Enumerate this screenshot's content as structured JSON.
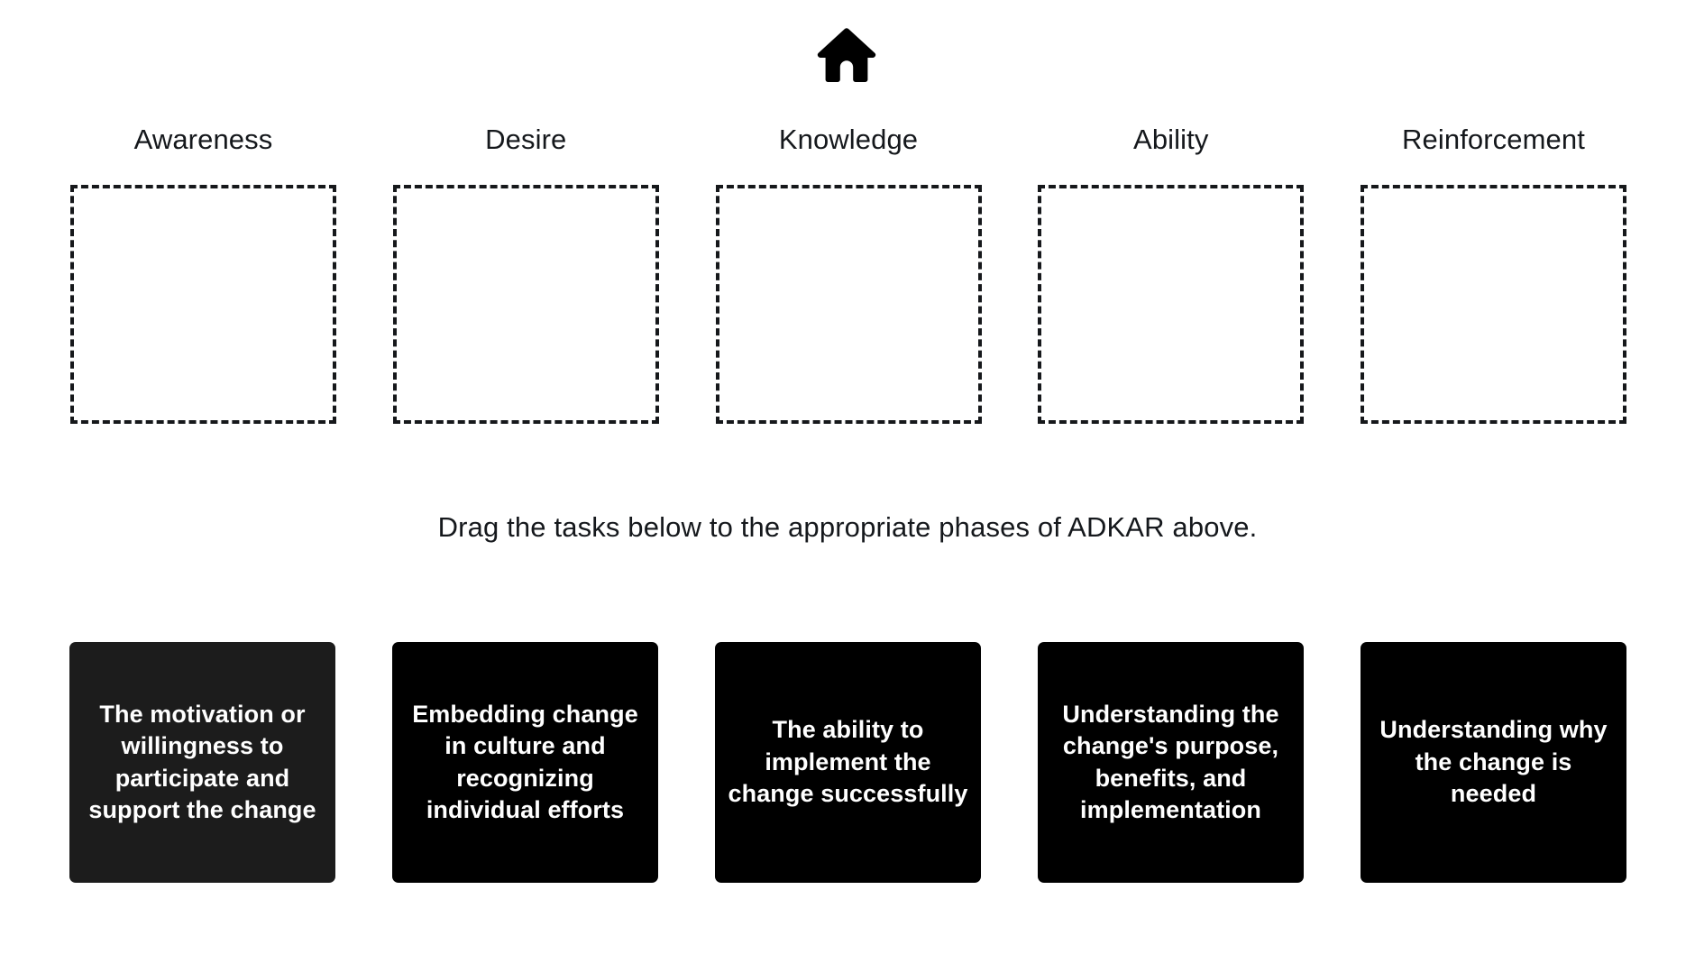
{
  "header": {
    "home_icon": "home-icon"
  },
  "phases": [
    {
      "label": "Awareness"
    },
    {
      "label": "Desire"
    },
    {
      "label": "Knowledge"
    },
    {
      "label": "Ability"
    },
    {
      "label": "Reinforcement"
    }
  ],
  "instruction": "Drag the tasks below to the appropriate phases of ADKAR above.",
  "tasks": [
    {
      "text": "The motivation or willingness to participate and support the change",
      "bg": "#1c1c1c"
    },
    {
      "text": "Embedding change in culture and recognizing individual efforts",
      "bg": "#000000"
    },
    {
      "text": "The ability to implement the change successfully",
      "bg": "#000000"
    },
    {
      "text": "Understanding the change's purpose, benefits, and implementation",
      "bg": "#000000"
    },
    {
      "text": "Understanding why the change is needed",
      "bg": "#000000"
    }
  ],
  "colors": {
    "page_background": "#ffffff",
    "text": "#15181c",
    "dropzone_border": "#16181b",
    "card_text": "#ffffff",
    "icon": "#000000"
  }
}
